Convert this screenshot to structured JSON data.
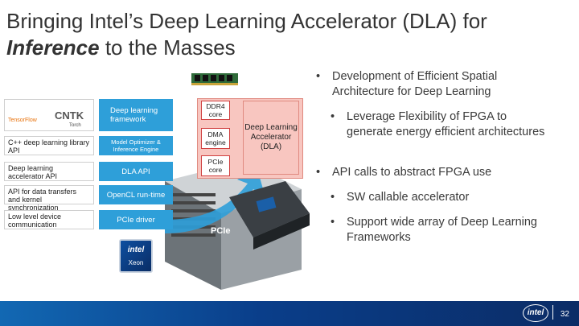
{
  "title": {
    "line1": "Bringing Intel’s Deep Learning Accelerator (DLA) for",
    "line2_italic": "Inference",
    "line2_rest": " to the Masses"
  },
  "bullets": [
    {
      "level": 1,
      "text": "Development of Efficient Spatial Architecture for Deep Learning"
    },
    {
      "level": 2,
      "text": "Leverage Flexibility of FPGA to generate energy efficient architectures"
    },
    {
      "level": 1,
      "text": "API calls to abstract FPGA use"
    },
    {
      "level": 2,
      "text": "SW callable accelerator"
    },
    {
      "level": 2,
      "text": "Support wide array of Deep Learning Frameworks"
    }
  ],
  "bullet_char": "•",
  "diagram": {
    "frameworks": {
      "logos": [
        "TensorFlow",
        "CNTK",
        "Torch"
      ],
      "label": "Deep learning framework"
    },
    "layers": [
      {
        "left": "C++ deep learning library API",
        "right": "Model Optimizer & Inference Engine",
        "right_small": true
      },
      {
        "left": "Deep learning accelerator API",
        "right": "DLA API"
      },
      {
        "left": "API for data transfers and kernel synchronization",
        "right": "OpenCL run-time"
      },
      {
        "left": "Low level device communication",
        "right": "PCIe driver"
      }
    ],
    "fpga": {
      "ddr": "DDR4 core",
      "dma": "DMA engine",
      "pcie": "PCIe core",
      "dla": "Deep Learning Accelerator (DLA)"
    },
    "arrow_label": "PCIe",
    "xeon_badge": "Xeon"
  },
  "footer": {
    "logo": "intel",
    "page": "32"
  },
  "colors": {
    "accent_blue": "#2e9fd9",
    "footer": "#0a3e8a",
    "fpga_pink": "#f8c6c0"
  }
}
